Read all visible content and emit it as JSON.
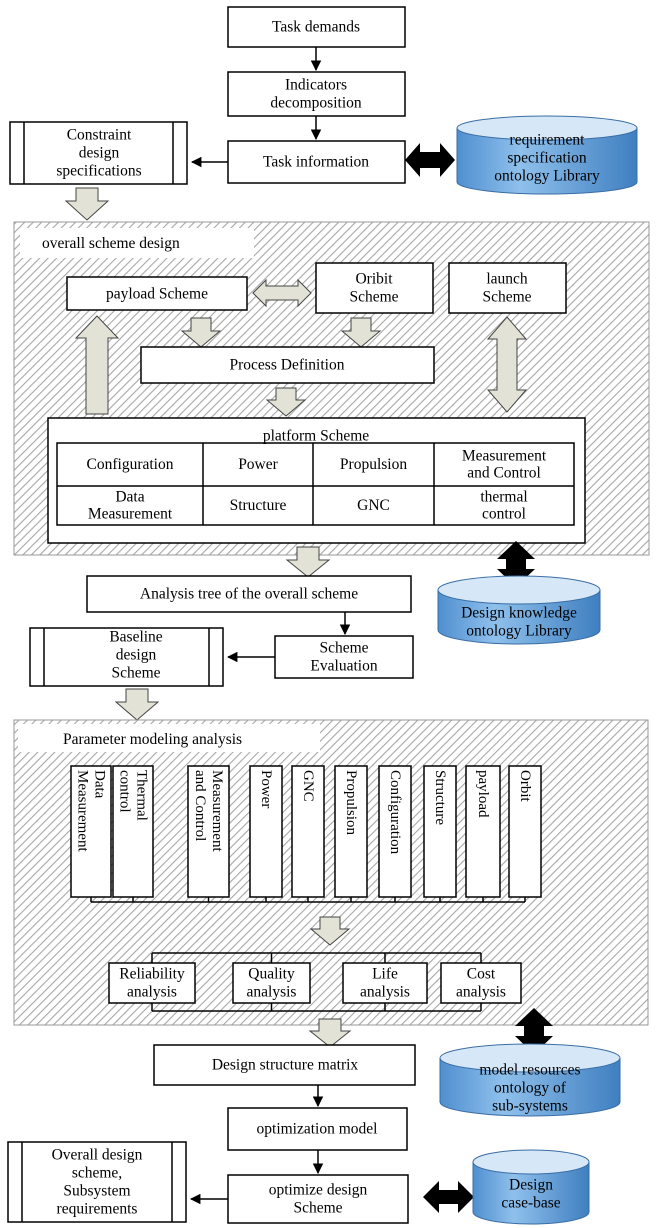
{
  "colors": {
    "cylinder_fill": "#6aa6de",
    "cylinder_top": "#d6e8f8",
    "hollow_arrow_fill": "#e2e3d6",
    "hatch": "#a7a7a7",
    "black": "#000000"
  },
  "top": {
    "task_demands": [
      "Task demands"
    ],
    "indicators_decomposition": [
      "Indicators",
      "decomposition"
    ],
    "task_information": [
      "Task information"
    ],
    "constraint_specs": [
      "Constraint",
      "design",
      "specifications"
    ],
    "requirement_library": [
      "requirement",
      "specification",
      "ontology Library"
    ]
  },
  "overall": {
    "title": "overall scheme design",
    "payload_scheme": [
      "payload Scheme"
    ],
    "orbit_scheme": [
      "Oribit",
      "Scheme"
    ],
    "launch_scheme": [
      "launch",
      "Scheme"
    ],
    "process_definition": [
      "Process Definition"
    ],
    "platform_title": "platform Scheme",
    "platform_cells": [
      [
        "Configuration"
      ],
      [
        "Power"
      ],
      [
        "Propulsion"
      ],
      [
        "Measurement",
        "and Control"
      ],
      [
        "Data",
        "Measurement"
      ],
      [
        "Structure"
      ],
      [
        "GNC"
      ],
      [
        "thermal",
        "control"
      ]
    ]
  },
  "middle": {
    "analysis_tree": [
      "Analysis tree of the overall scheme"
    ],
    "design_knowledge_library": [
      "Design knowledge",
      "ontology Library"
    ],
    "baseline_scheme": [
      "Baseline",
      "design",
      "Scheme"
    ],
    "scheme_evaluation": [
      "Scheme",
      "Evaluation"
    ]
  },
  "parameter": {
    "title": "Parameter modeling analysis",
    "subsystems": [
      [
        "Data",
        "Measurement"
      ],
      [
        "Thermal",
        "control"
      ],
      [
        "Measurement",
        "and Control"
      ],
      [
        "Power"
      ],
      [
        "GNC"
      ],
      [
        "Propulsion"
      ],
      [
        "Configuration"
      ],
      [
        "Structure"
      ],
      [
        "payload"
      ],
      [
        "Orbit"
      ]
    ],
    "analyses": [
      [
        "Reliability",
        "analysis"
      ],
      [
        "Quality",
        "analysis"
      ],
      [
        "Life",
        "analysis"
      ],
      [
        "Cost",
        "analysis"
      ]
    ]
  },
  "bottom": {
    "design_structure_matrix": [
      "Design structure matrix"
    ],
    "model_resources_library": [
      "model resources",
      "ontology of",
      "sub-systems"
    ],
    "optimization_model": [
      "optimization model"
    ],
    "overall_design_output": [
      "Overall design",
      "scheme,",
      "Subsystem",
      "requirements"
    ],
    "optimize_design_scheme": [
      "optimize design",
      "Scheme"
    ],
    "design_case_base": [
      "Design",
      "case-base"
    ]
  }
}
